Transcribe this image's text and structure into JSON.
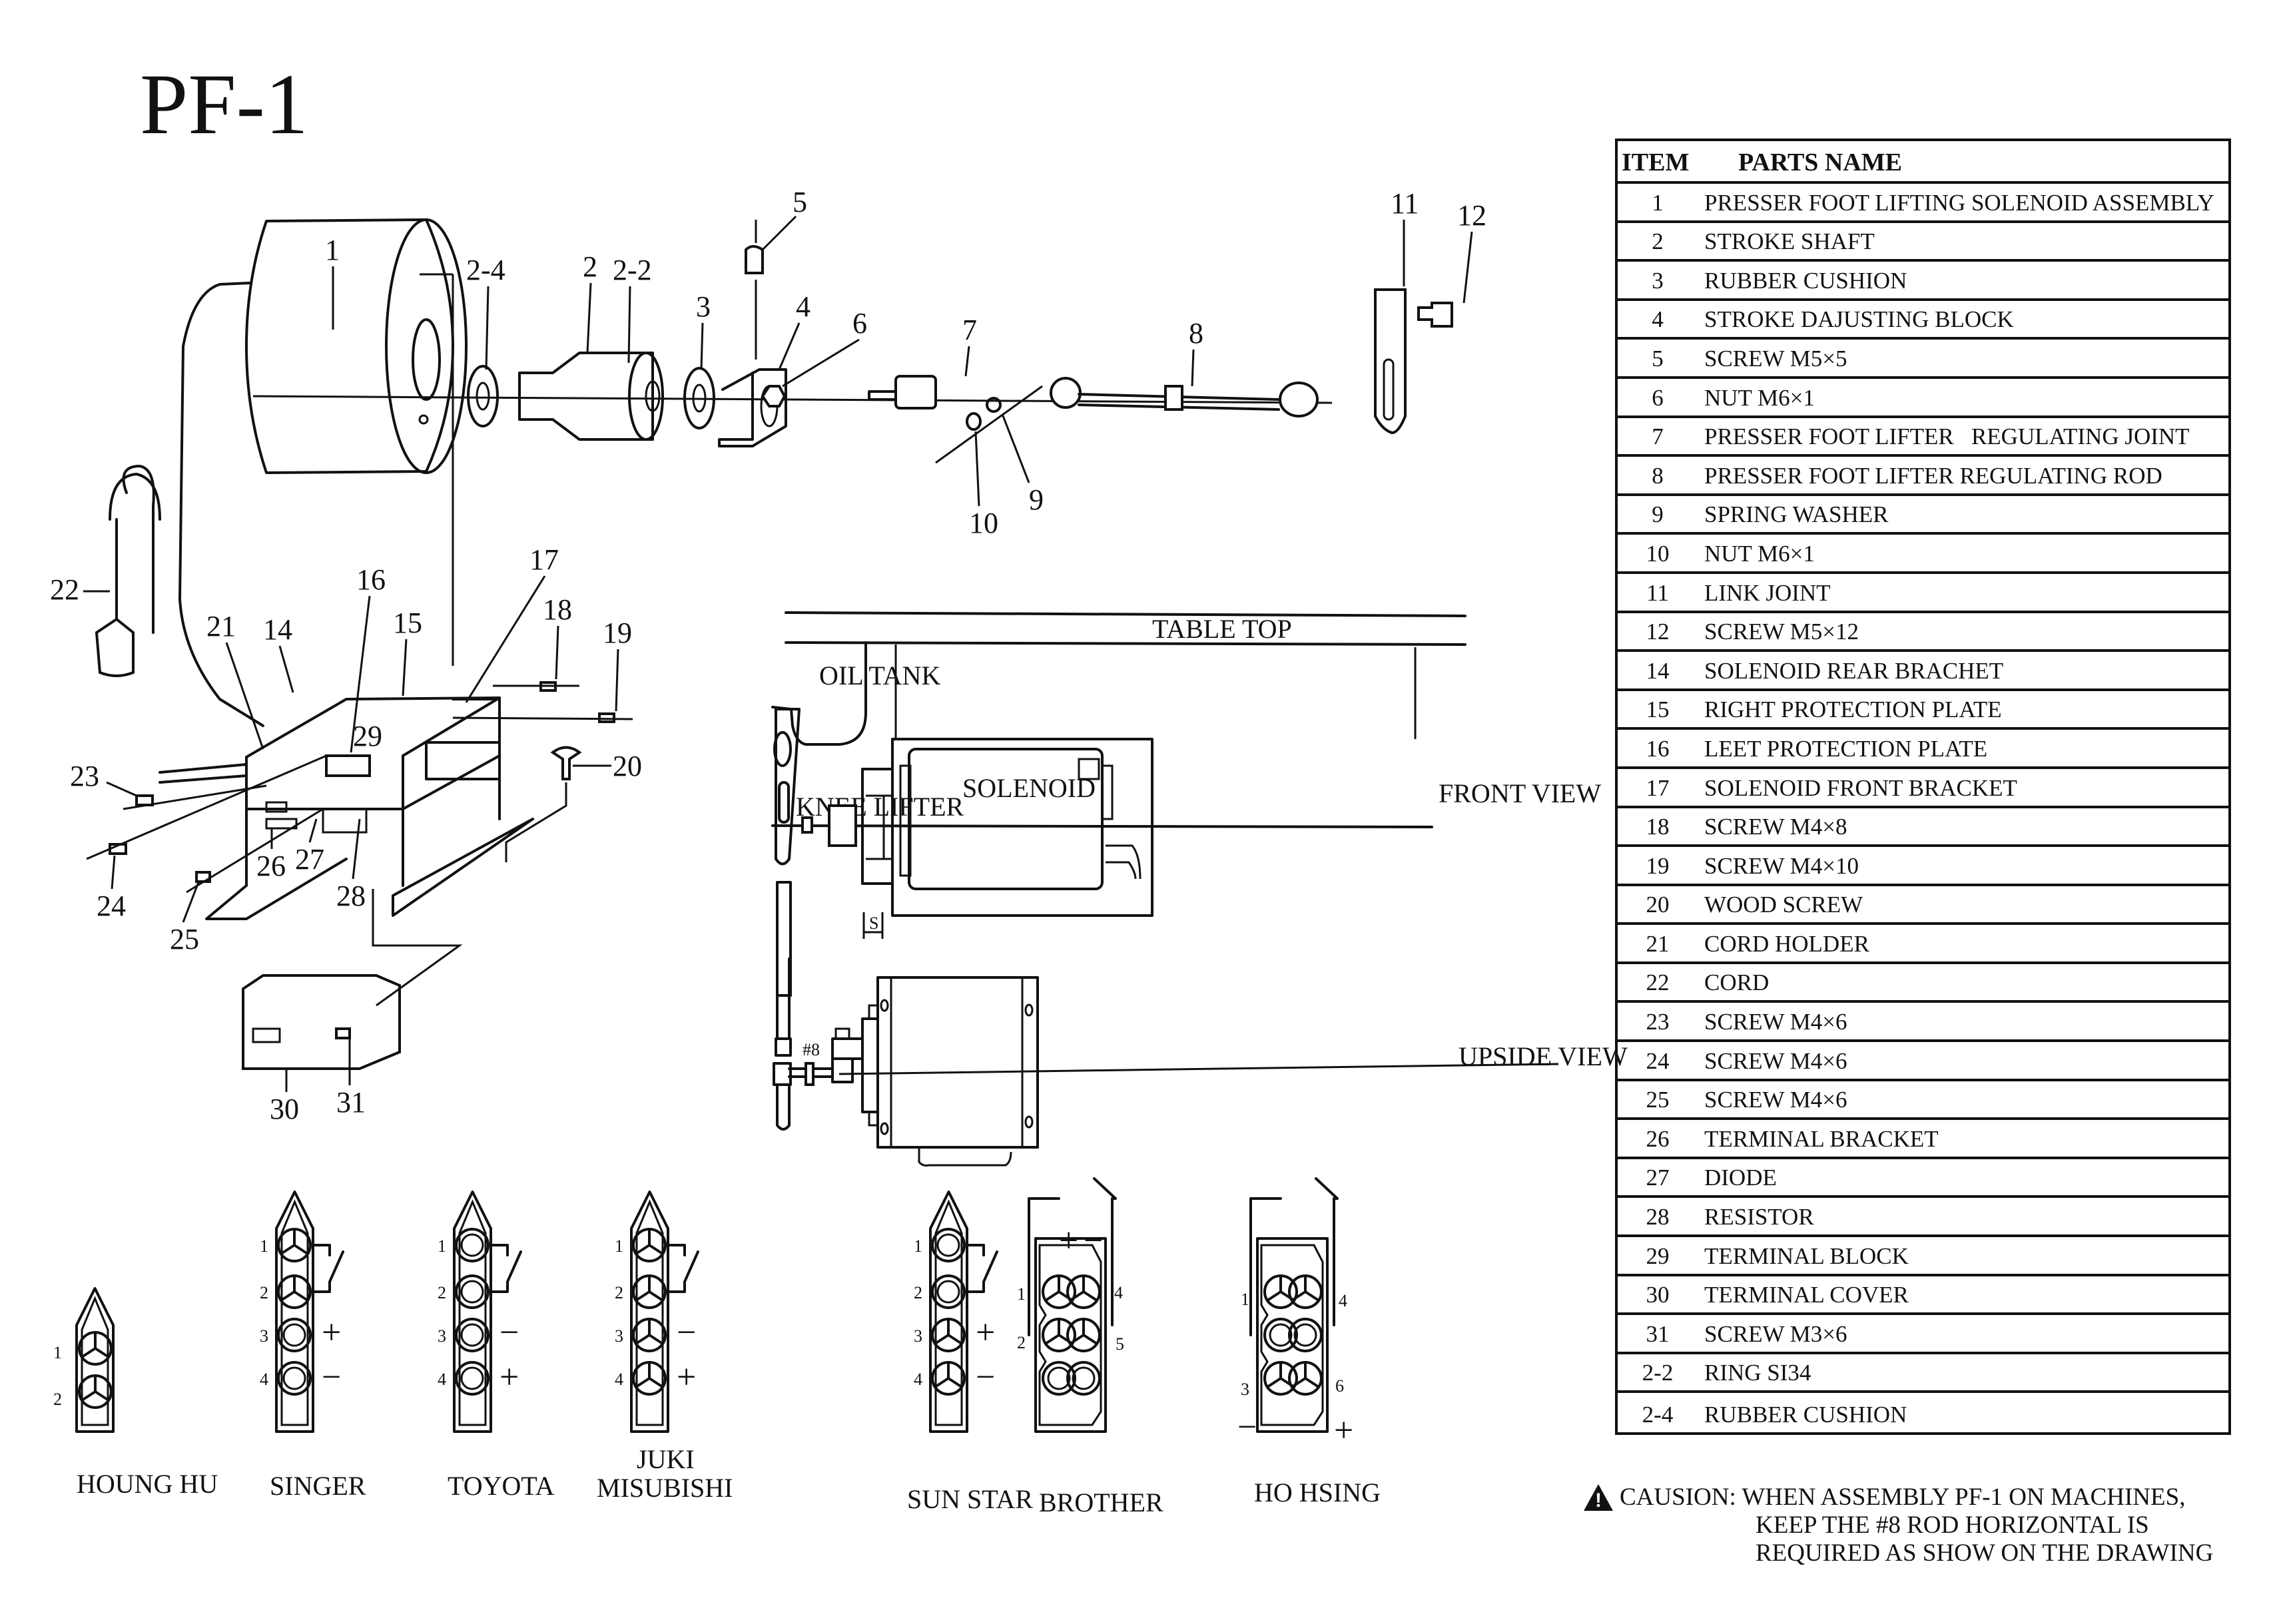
{
  "title": "PF-1",
  "callouts": {
    "c1": "1",
    "c2": "2",
    "c2_2": "2-2",
    "c2_4": "2-4",
    "c3": "3",
    "c4": "4",
    "c5": "5",
    "c6": "6",
    "c7": "7",
    "c8": "8",
    "c9": "9",
    "c10": "10",
    "c11": "11",
    "c12": "12",
    "c14": "14",
    "c15": "15",
    "c16": "16",
    "c17": "17",
    "c18": "18",
    "c19": "19",
    "c20": "20",
    "c21": "21",
    "c22": "22",
    "c23": "23",
    "c24": "24",
    "c25": "25",
    "c26": "26",
    "c27": "27",
    "c28": "28",
    "c29": "29",
    "c30": "30",
    "c31": "31"
  },
  "install_view": {
    "table_top": "TABLE TOP",
    "oil_tank": "OIL TANK",
    "knee_lifter": "KNEE LIFTER",
    "solenoid": "SOLENOID",
    "front_view": "FRONT  VIEW",
    "upside_view": "UPSIDE  VIEW",
    "stroke_label": "S",
    "rod_label": "#8"
  },
  "connectors": [
    {
      "brand": "HOUNG HU",
      "pins": [
        "1",
        "2"
      ],
      "signs": []
    },
    {
      "brand": "SINGER",
      "pins": [
        "1",
        "2",
        "3",
        "4"
      ],
      "signs": [
        "+",
        "−"
      ]
    },
    {
      "brand": "TOYOTA",
      "pins": [
        "1",
        "2",
        "3",
        "4"
      ],
      "signs": [
        "−",
        "+"
      ]
    },
    {
      "brand": "JUKI",
      "brand2": "MISUBISHI",
      "pins": [
        "1",
        "2",
        "3",
        "4"
      ],
      "signs": [
        "−",
        "+"
      ]
    },
    {
      "brand": "SUN STAR",
      "pins": [
        "1",
        "2",
        "3",
        "4"
      ],
      "signs": [
        "+",
        "−"
      ]
    },
    {
      "brand": "BROTHER",
      "pins": [
        "1",
        "2",
        "4",
        "5"
      ],
      "signs": [
        "+",
        "−"
      ]
    },
    {
      "brand": "HO HSING",
      "pins": [
        "1",
        "3",
        "4",
        "6"
      ],
      "signs": [
        "−",
        "+"
      ]
    }
  ],
  "parts_table": {
    "header_item": "ITEM",
    "header_name": "PARTS NAME",
    "rows": [
      {
        "item": "1",
        "name": "PRESSER FOOT LIFTING SOLENOID ASSEMBLY"
      },
      {
        "item": "2",
        "name": "STROKE SHAFT"
      },
      {
        "item": "3",
        "name": "RUBBER CUSHION"
      },
      {
        "item": "4",
        "name": "STROKE DAJUSTING BLOCK"
      },
      {
        "item": "5",
        "name": "SCREW M5×5"
      },
      {
        "item": "6",
        "name": "NUT M6×1"
      },
      {
        "item": "7",
        "name": "PRESSER FOOT LIFTER   REGULATING JOINT"
      },
      {
        "item": "8",
        "name": "PRESSER FOOT LIFTER REGULATING ROD"
      },
      {
        "item": "9",
        "name": "SPRING WASHER"
      },
      {
        "item": "10",
        "name": "NUT M6×1"
      },
      {
        "item": "11",
        "name": "LINK JOINT"
      },
      {
        "item": "12",
        "name": "SCREW M5×12"
      },
      {
        "item": "14",
        "name": "SOLENOID REAR BRACHET"
      },
      {
        "item": "15",
        "name": "RIGHT PROTECTION PLATE"
      },
      {
        "item": "16",
        "name": "LEET PROTECTION PLATE"
      },
      {
        "item": "17",
        "name": "SOLENOID FRONT BRACKET"
      },
      {
        "item": "18",
        "name": "SCREW M4×8"
      },
      {
        "item": "19",
        "name": "SCREW M4×10"
      },
      {
        "item": "20",
        "name": "WOOD SCREW"
      },
      {
        "item": "21",
        "name": "CORD HOLDER"
      },
      {
        "item": "22",
        "name": "CORD"
      },
      {
        "item": "23",
        "name": "SCREW M4×6"
      },
      {
        "item": "24",
        "name": "SCREW M4×6"
      },
      {
        "item": "25",
        "name": "SCREW M4×6"
      },
      {
        "item": "26",
        "name": "TERMINAL BRACKET"
      },
      {
        "item": "27",
        "name": "DIODE"
      },
      {
        "item": "28",
        "name": "RESISTOR"
      },
      {
        "item": "29",
        "name": "TERMINAL BLOCK"
      },
      {
        "item": "30",
        "name": "TERMINAL COVER"
      },
      {
        "item": "31",
        "name": "SCREW M3×6"
      },
      {
        "item": "2-2",
        "name": "RING SI34"
      },
      {
        "item": "2-4",
        "name": "RUBBER CUSHION"
      }
    ]
  },
  "caution": {
    "icon": "warning-triangle-icon",
    "line1": "CAUSION: WHEN ASSEMBLY PF-1 ON MACHINES,",
    "line2": "KEEP THE #8 ROD HORIZONTAL IS",
    "line3": "REQUIRED AS SHOW ON THE DRAWING"
  }
}
